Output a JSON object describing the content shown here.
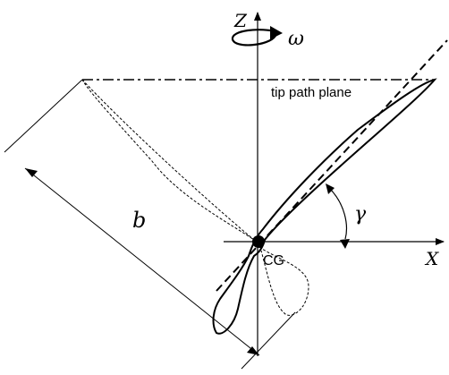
{
  "diagram": {
    "labels": {
      "z_axis": "Z",
      "x_axis": "X",
      "omega": "ω",
      "tip_path_plane": "tip path plane",
      "gamma": "γ",
      "length": "b",
      "cg": "CG"
    },
    "colors": {
      "stroke": "#000000",
      "dashed_outline": "#000000",
      "background": "#ffffff"
    }
  }
}
